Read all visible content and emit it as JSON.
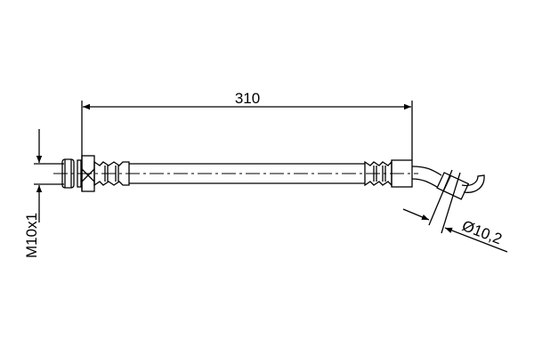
{
  "drawing": {
    "length_label": "310",
    "thread_label": "M10x1",
    "diameter_label": "Ø10,2",
    "line_color": "#000000",
    "background_color": "#ffffff"
  }
}
